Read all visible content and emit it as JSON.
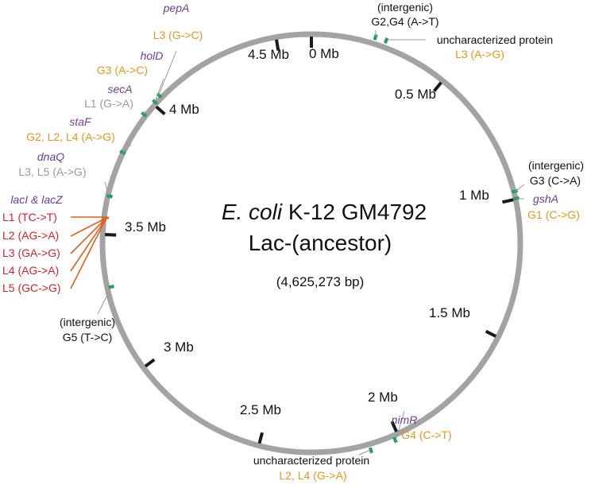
{
  "genome": {
    "title_species": "E. coli",
    "title_strain": " K-12 GM4792",
    "title_line2": "Lac-(ancestor)",
    "size_label": "(4,625,273 bp)"
  },
  "colors": {
    "ring": "#a3a3a3",
    "tick": "#1a1a1a",
    "mutation_mark": "#1e9e5a",
    "gene_name": "#6a3d9a",
    "mutation_orange": "#e8961e",
    "mutation_gray": "#9a9a9a",
    "mutation_red": "#d3242b",
    "leader_orange": "#e0601a"
  },
  "ticks": [
    {
      "label": "0 Mb"
    },
    {
      "label": "0.5 Mb"
    },
    {
      "label": "1 Mb"
    },
    {
      "label": "1.5 Mb"
    },
    {
      "label": "2 Mb"
    },
    {
      "label": "2.5 Mb"
    },
    {
      "label": "3 Mb"
    },
    {
      "label": "3.5 Mb"
    },
    {
      "label": "4 Mb"
    },
    {
      "label": "4.5 Mb"
    }
  ],
  "annotations": {
    "pepA": {
      "gene": "pepA",
      "mutation": "L3 (G->C)"
    },
    "holD": {
      "gene": "holD",
      "mutation": "G3 (A->C)"
    },
    "secA": {
      "gene": "secA",
      "mutation": "L1 (G->A)"
    },
    "staF": {
      "gene": "staF",
      "mutation": "G2, L2, L4 (A->G)"
    },
    "dnaQ": {
      "gene": "dnaQ",
      "mutation": "L3, L5 (A->G)"
    },
    "lac": {
      "gene": "lacI & lacZ",
      "mutations": [
        "L1 (TC->T)",
        "L2 (AG->A)",
        "L3 (GA->G)",
        "L4 (AG->A)",
        "L5 (GC->G)"
      ]
    },
    "intergenic_top": {
      "line1": "(intergenic)",
      "line2": "G2,G4 (A->T)"
    },
    "uncharacterized_top": {
      "line1": "uncharacterized protein",
      "mutation": "L3 (A->G)"
    },
    "intergenic_right": {
      "line1": "(intergenic)",
      "line2": "G3 (C->A)"
    },
    "gshA": {
      "gene": "gshA",
      "mutation": "G1 (C->G)"
    },
    "intergenic_left": {
      "line1": "(intergenic)",
      "line2": "G5 (T->C)"
    },
    "nimR": {
      "gene": "nimR",
      "mutation": "G4 (C->T)"
    },
    "uncharacterized_bottom": {
      "line1": "uncharacterized protein",
      "mutation": "L2, L4 (G->A)"
    }
  }
}
